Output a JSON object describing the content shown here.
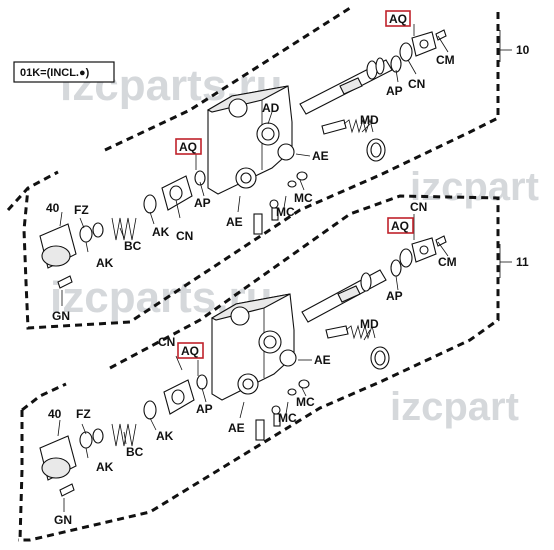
{
  "legend_box": "01K=(INCL.●)",
  "group_numbers": {
    "upper": "10",
    "lower": "11"
  },
  "watermark": "izcparts.ru",
  "watermark_short": "izcpart",
  "highlight_color": "#c0222b",
  "labels_upper": {
    "AQ_top": "AQ",
    "CM": "CM",
    "AP": "AP",
    "CN": "CN",
    "AD": "AD",
    "MD": "MD",
    "AE_r": "AE",
    "AQ_mid": "AQ",
    "AP_mid": "AP",
    "CN_mid": "CN",
    "MC_a": "MC",
    "MC_b": "MC",
    "AE_b": "AE",
    "40": "40",
    "FZ": "FZ",
    "AK_l": "AK",
    "BC": "BC",
    "AK_r": "AK",
    "GN": "GN"
  },
  "labels_lower": {
    "CN_top": "CN",
    "AQ_top": "AQ",
    "CM": "CM",
    "AP": "AP",
    "MD": "MD",
    "AE_r": "AE",
    "CN_mid": "CN",
    "AQ_mid": "AQ",
    "AP_mid": "AP",
    "MC_a": "MC",
    "MC_b": "MC",
    "AE_b": "AE",
    "40": "40",
    "FZ": "FZ",
    "AK_r": "AK",
    "AK_l": "AK",
    "BC": "BC",
    "GN": "GN"
  }
}
